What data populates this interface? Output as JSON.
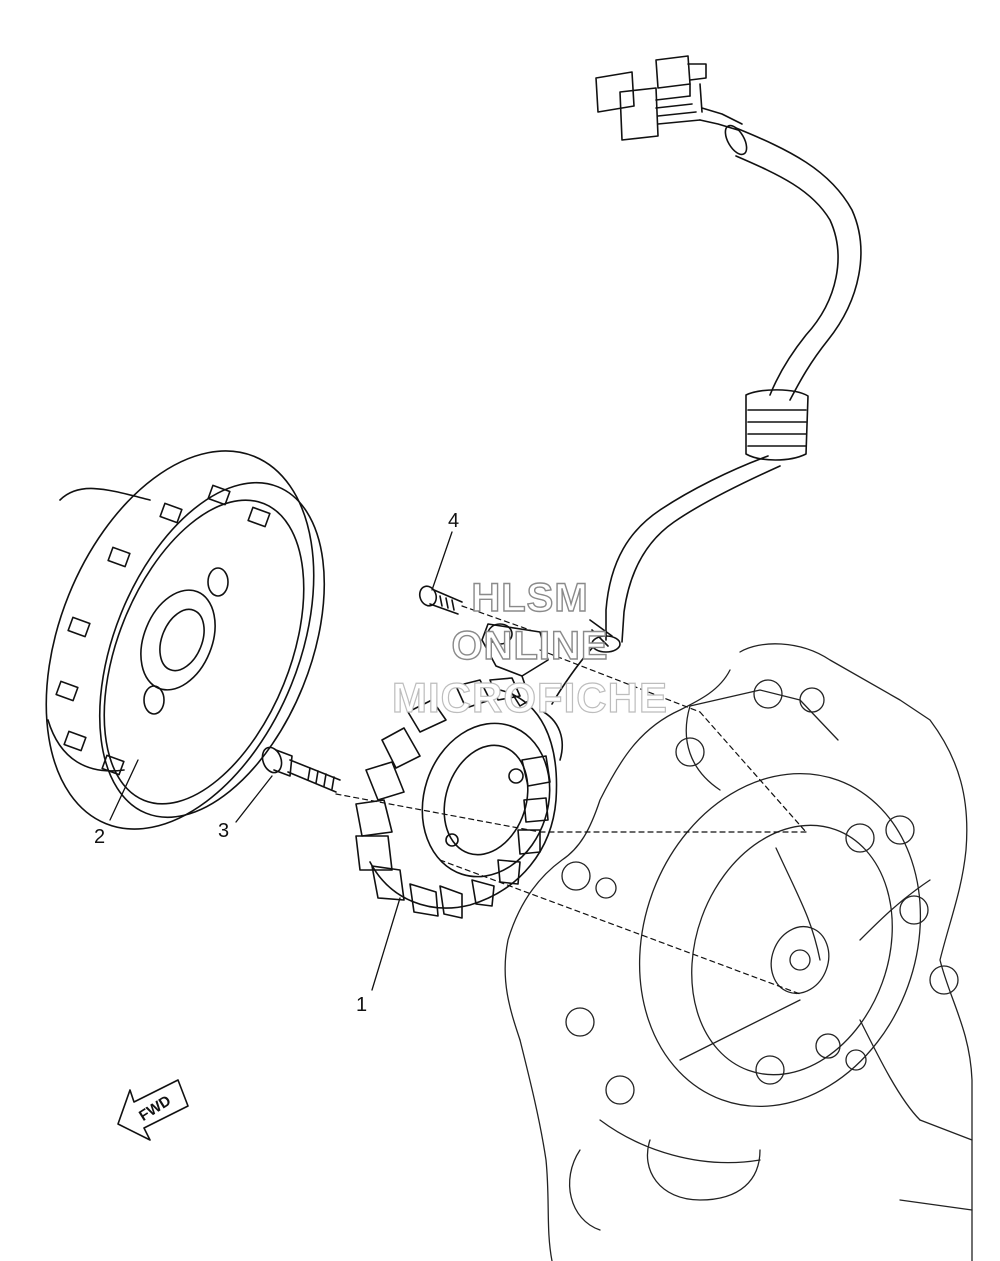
{
  "callouts": [
    {
      "id": "1",
      "label": "1"
    },
    {
      "id": "2",
      "label": "2"
    },
    {
      "id": "3",
      "label": "3"
    },
    {
      "id": "4",
      "label": "4"
    }
  ],
  "watermark": {
    "line1": "HLSM",
    "line2": "ONLINE",
    "line3": "MICROFICHE"
  },
  "direction_arrow": {
    "label": "FWD"
  },
  "parts": [
    {
      "callout": "1",
      "icon": "stator-coil-icon"
    },
    {
      "callout": "2",
      "icon": "rotor-flywheel-icon"
    },
    {
      "callout": "3",
      "icon": "bolt-icon"
    },
    {
      "callout": "4",
      "icon": "screw-icon"
    }
  ]
}
